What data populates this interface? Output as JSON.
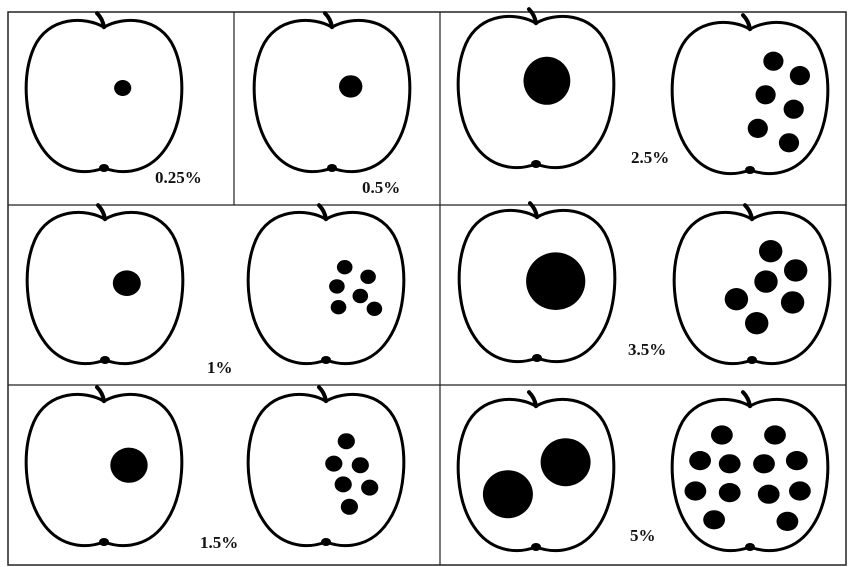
{
  "colors": {
    "spot": "#000000",
    "outline": "#000000",
    "background": "#ffffff"
  },
  "panels": [
    {
      "id": "p025",
      "label": "0.25%",
      "apples": [
        {
          "spots": [
            [
              0.62,
              0.45,
              0.055,
              0.05
            ]
          ]
        }
      ]
    },
    {
      "id": "p05",
      "label": "0.5%",
      "apples": [
        {
          "spots": [
            [
              0.62,
              0.44,
              0.075,
              0.07
            ]
          ]
        }
      ]
    },
    {
      "id": "p25",
      "label": "2.5%",
      "apples": [
        {
          "spots": [
            [
              0.57,
              0.43,
              0.15,
              0.15
            ]
          ]
        },
        {
          "spots": [
            [
              0.65,
              0.27,
              0.065,
              0.06
            ],
            [
              0.82,
              0.36,
              0.065,
              0.06
            ],
            [
              0.6,
              0.48,
              0.065,
              0.06
            ],
            [
              0.78,
              0.57,
              0.065,
              0.06
            ],
            [
              0.55,
              0.69,
              0.065,
              0.06
            ],
            [
              0.75,
              0.78,
              0.065,
              0.06
            ]
          ]
        }
      ]
    },
    {
      "id": "p1",
      "label": "1%",
      "apples": [
        {
          "spots": [
            [
              0.64,
              0.47,
              0.09,
              0.08
            ]
          ]
        },
        {
          "spots": [
            [
              0.62,
              0.37,
              0.05,
              0.045
            ],
            [
              0.77,
              0.43,
              0.05,
              0.045
            ],
            [
              0.57,
              0.49,
              0.05,
              0.045
            ],
            [
              0.72,
              0.55,
              0.05,
              0.045
            ],
            [
              0.58,
              0.62,
              0.05,
              0.045
            ],
            [
              0.81,
              0.63,
              0.05,
              0.045
            ]
          ]
        }
      ]
    },
    {
      "id": "p35",
      "label": "3.5%",
      "apples": [
        {
          "spots": [
            [
              0.62,
              0.47,
              0.19,
              0.18
            ]
          ]
        },
        {
          "spots": [
            [
              0.62,
              0.27,
              0.075,
              0.07
            ],
            [
              0.78,
              0.39,
              0.075,
              0.07
            ],
            [
              0.59,
              0.46,
              0.075,
              0.07
            ],
            [
              0.4,
              0.57,
              0.075,
              0.07
            ],
            [
              0.76,
              0.59,
              0.075,
              0.07
            ],
            [
              0.53,
              0.72,
              0.075,
              0.07
            ]
          ]
        }
      ]
    },
    {
      "id": "p15",
      "label": "1.5%",
      "apples": [
        {
          "spots": [
            [
              0.66,
              0.47,
              0.12,
              0.11
            ]
          ]
        },
        {
          "spots": [
            [
              0.63,
              0.32,
              0.055,
              0.05
            ],
            [
              0.55,
              0.46,
              0.055,
              0.05
            ],
            [
              0.72,
              0.47,
              0.055,
              0.05
            ],
            [
              0.61,
              0.59,
              0.055,
              0.05
            ],
            [
              0.78,
              0.61,
              0.055,
              0.05
            ],
            [
              0.65,
              0.73,
              0.055,
              0.05
            ]
          ]
        }
      ]
    },
    {
      "id": "p5",
      "label": "5%",
      "apples": [
        {
          "spots": [
            [
              0.69,
              0.42,
              0.16,
              0.15
            ],
            [
              0.32,
              0.62,
              0.16,
              0.15
            ]
          ]
        },
        {
          "spots": [
            [
              0.32,
              0.25,
              0.07,
              0.06
            ],
            [
              0.66,
              0.25,
              0.07,
              0.06
            ],
            [
              0.18,
              0.41,
              0.07,
              0.06
            ],
            [
              0.37,
              0.43,
              0.07,
              0.06
            ],
            [
              0.59,
              0.43,
              0.07,
              0.06
            ],
            [
              0.8,
              0.41,
              0.07,
              0.06
            ],
            [
              0.15,
              0.6,
              0.07,
              0.06
            ],
            [
              0.37,
              0.61,
              0.07,
              0.06
            ],
            [
              0.62,
              0.62,
              0.07,
              0.06
            ],
            [
              0.82,
              0.6,
              0.07,
              0.06
            ],
            [
              0.27,
              0.78,
              0.07,
              0.06
            ],
            [
              0.74,
              0.79,
              0.07,
              0.06
            ]
          ]
        }
      ]
    }
  ]
}
